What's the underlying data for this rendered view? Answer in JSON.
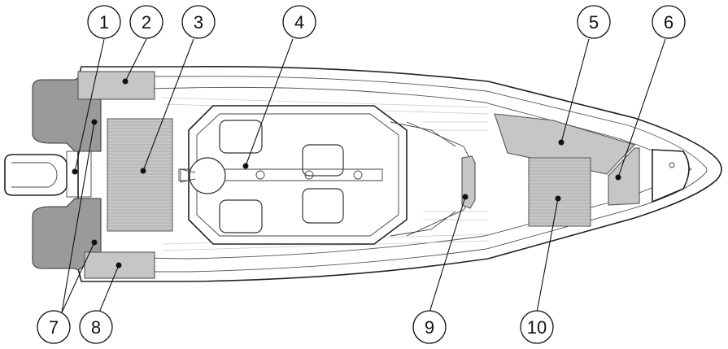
{
  "callouts": [
    {
      "id": "1",
      "label": "1"
    },
    {
      "id": "2",
      "label": "2"
    },
    {
      "id": "3",
      "label": "3"
    },
    {
      "id": "4",
      "label": "4"
    },
    {
      "id": "5",
      "label": "5"
    },
    {
      "id": "6",
      "label": "6"
    },
    {
      "id": "7",
      "label": "7"
    },
    {
      "id": "8",
      "label": "8"
    },
    {
      "id": "9",
      "label": "9"
    },
    {
      "id": "10",
      "label": "10"
    }
  ],
  "colors": {
    "zone_fill": "#c6c6c6",
    "outline": "#222222",
    "background": "#ffffff"
  }
}
